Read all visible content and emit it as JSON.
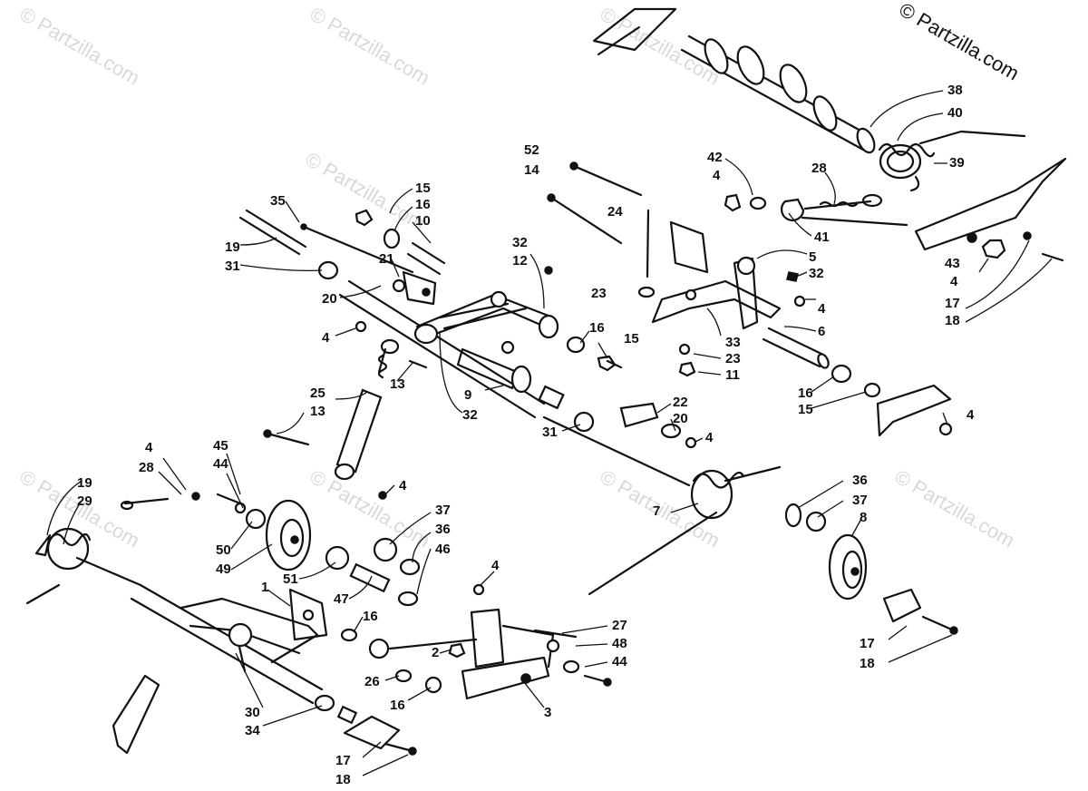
{
  "copyright": "© Partzilla.com",
  "watermarks": [
    "© Partzilla.com",
    "© Partzilla.com",
    "© Partzilla.com",
    "© Partzilla.com",
    "© Partzilla.com",
    "© Partzilla.com",
    "© Partzilla.com",
    "© Partzilla.com"
  ],
  "callouts": [
    "38",
    "40",
    "39",
    "42",
    "4",
    "28",
    "41",
    "43",
    "4",
    "17",
    "18",
    "52",
    "14",
    "24",
    "5",
    "32",
    "4",
    "6",
    "33",
    "23",
    "11",
    "23",
    "15",
    "16",
    "10",
    "35",
    "19",
    "31",
    "21",
    "20",
    "32",
    "12",
    "16",
    "15",
    "4",
    "13",
    "9",
    "32",
    "22",
    "20",
    "4",
    "31",
    "16",
    "15",
    "4",
    "25",
    "13",
    "4",
    "4",
    "28",
    "45",
    "44",
    "19",
    "29",
    "50",
    "49",
    "37",
    "36",
    "46",
    "51",
    "47",
    "1",
    "4",
    "16",
    "27",
    "48",
    "44",
    "2",
    "26",
    "3",
    "7",
    "36",
    "37",
    "8",
    "17",
    "18",
    "30",
    "34",
    "16",
    "17",
    "18"
  ]
}
